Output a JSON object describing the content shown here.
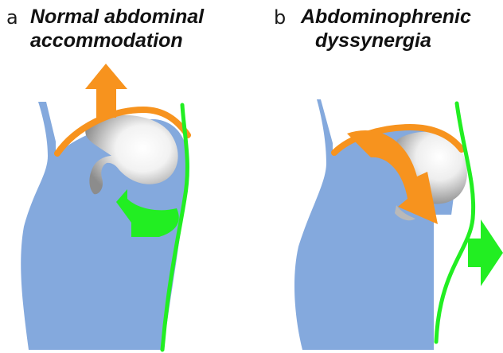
{
  "panels": [
    {
      "letter": "a",
      "title_line1": "Normal abdominal",
      "title_line2": "accommodation"
    },
    {
      "letter": "b",
      "title_line1": "Abdominophrenic",
      "title_line2": "dyssynergia"
    }
  ],
  "colors": {
    "abdomen_fill": "#84A9DD",
    "diaphragm": "#F7931E",
    "abdominal_wall": "#22EE22",
    "stomach_light": "#FFFFFF",
    "stomach_dark": "#8C8C8C",
    "text": "#111111"
  },
  "icons": {
    "panel_a_arrow": "arrow-up-icon",
    "panel_a_curved_arrow": "curved-arrow-left-icon",
    "panel_b_arrow": "curved-arrow-down-icon",
    "panel_b_wall_arrow": "arrow-right-icon"
  }
}
